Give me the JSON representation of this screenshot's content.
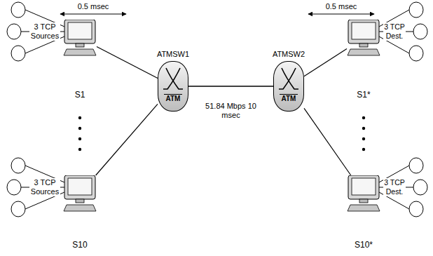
{
  "diagram": {
    "nodes": [
      {
        "text": [
          "S1"
        ]
      },
      {
        "text": [
          "S10"
        ]
      },
      {
        "text": [
          "ATMSW1",
          "ATM"
        ]
      },
      {
        "text": [
          "ATMSW2",
          "ATM"
        ]
      },
      {
        "text": [
          "S1*"
        ]
      },
      {
        "text": [
          "S10*"
        ]
      }
    ],
    "edges": [
      {
        "from": 0,
        "to": 2,
        "arrow": "none"
      },
      {
        "from": 1,
        "to": 2,
        "arrow": "none"
      },
      {
        "from": 2,
        "to": 3,
        "label": "51.84 Mbps 10 msec",
        "arrow": "none"
      },
      {
        "from": 3,
        "to": 4,
        "arrow": "none"
      },
      {
        "from": 3,
        "to": 5,
        "arrow": "none"
      }
    ],
    "labels": [
      "0.5 msec",
      "3 TCP Sources",
      "3 TCP Sources",
      "0.5 msec",
      "3 TCP Dest.",
      "3 TCP Dest."
    ]
  }
}
